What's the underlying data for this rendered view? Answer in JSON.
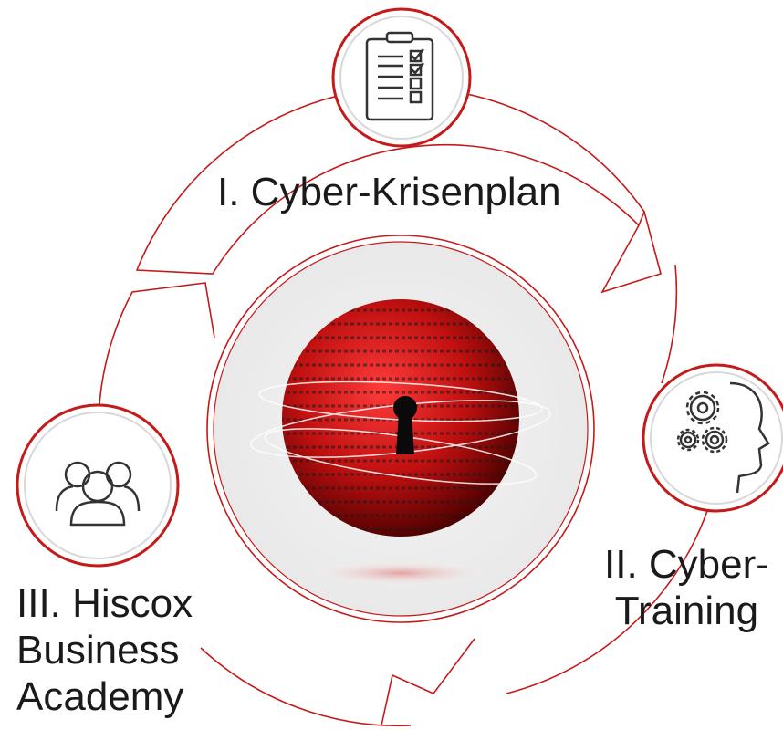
{
  "diagram": {
    "accent_color": "#c41a1a",
    "steps": [
      {
        "label": "I. Cyber-Krisenplan",
        "icon": "clipboard-checklist-icon"
      },
      {
        "label_lines": [
          "II. Cyber-",
          "Training"
        ],
        "icon": "gears-head-icon"
      },
      {
        "label_lines": [
          "III. Hiscox",
          "Business",
          "Academy"
        ],
        "icon": "people-group-icon"
      }
    ],
    "center": {
      "image": "binary-globe-keyhole"
    }
  }
}
